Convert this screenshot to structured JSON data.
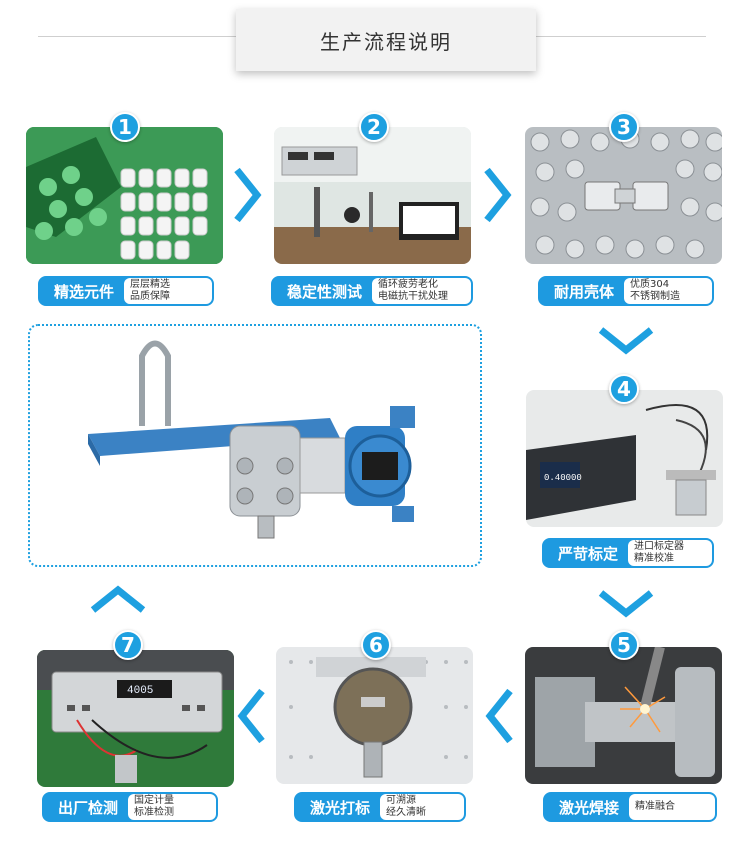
{
  "header": {
    "title": "生产流程说明"
  },
  "steps": [
    {
      "num": "1",
      "title": "精选元件",
      "desc1": "层层精选",
      "desc2": "品质保障"
    },
    {
      "num": "2",
      "title": "稳定性测试",
      "desc1": "循环疲劳老化",
      "desc2": "电磁抗干扰处理"
    },
    {
      "num": "3",
      "title": "耐用壳体",
      "desc1": "优质304",
      "desc2": "不锈钢制造"
    },
    {
      "num": "4",
      "title": "严苛标定",
      "desc1": "进口标定器",
      "desc2": "精准校准"
    },
    {
      "num": "5",
      "title": "激光焊接",
      "desc1": "精准融合",
      "desc2": ""
    },
    {
      "num": "6",
      "title": "激光打标",
      "desc1": "可溯源",
      "desc2": "经久清晰"
    },
    {
      "num": "7",
      "title": "出厂检测",
      "desc1": "国定计量",
      "desc2": "标准检测"
    }
  ],
  "screens": {
    "calibrator": "0.40000",
    "multimeter": "4005"
  },
  "colors": {
    "accent": "#1e9ae0",
    "chevron": "#1ea0e0"
  }
}
